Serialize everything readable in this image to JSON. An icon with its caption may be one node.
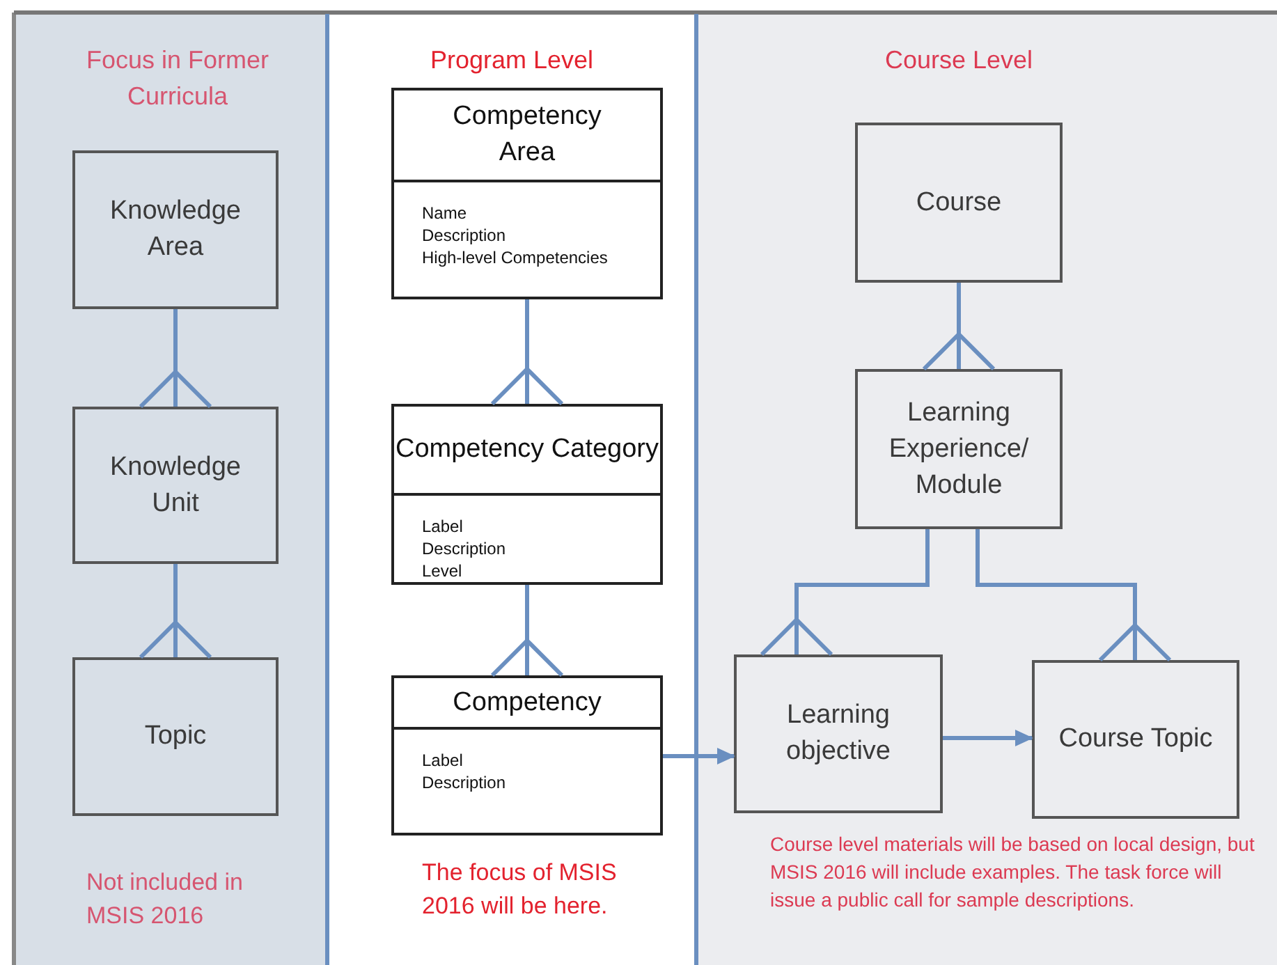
{
  "diagram": {
    "nodes": [
      {
        "text": [
          "Focus in Former Curricula",
          "Not included in MSIS 2016"
        ]
      },
      {
        "text": [
          "Knowledge Area"
        ],
        "in": 0
      },
      {
        "text": [
          "Knowledge Unit"
        ],
        "in": 0
      },
      {
        "text": [
          "Topic"
        ],
        "in": 0
      },
      {
        "text": [
          "Program Level",
          "The focus of MSIS 2016 will be here."
        ]
      },
      {
        "text": [
          "Competency Area",
          "Name",
          "Description",
          "High-level Competencies"
        ],
        "in": 4
      },
      {
        "text": [
          "Competency Category",
          "Label",
          "Description",
          "Level"
        ],
        "in": 4
      },
      {
        "text": [
          "Competency",
          "Label",
          "Description"
        ],
        "in": 4
      },
      {
        "text": [
          "Course Level",
          "Course level materials will be based on local design, but MSIS 2016 will include examples. The task force will issue a public call for sample descriptions."
        ]
      },
      {
        "text": [
          "Course"
        ],
        "in": 8
      },
      {
        "text": [
          "Learning Experience/ Module"
        ],
        "in": 8
      },
      {
        "text": [
          "Learning objective"
        ],
        "in": 8
      },
      {
        "text": [
          "Course Topic"
        ],
        "in": 8
      }
    ],
    "edges": [
      {
        "from": 1,
        "to": 2,
        "arrow": "other"
      },
      {
        "from": 2,
        "to": 3,
        "arrow": "other"
      },
      {
        "from": 5,
        "to": 6,
        "arrow": "other"
      },
      {
        "from": 6,
        "to": 7,
        "arrow": "other"
      },
      {
        "from": 9,
        "to": 10,
        "arrow": "other"
      },
      {
        "from": 10,
        "to": 11,
        "arrow": "other"
      },
      {
        "from": 10,
        "to": 12,
        "arrow": "other"
      },
      {
        "from": 7,
        "to": 11,
        "arrow": "to"
      },
      {
        "from": 11,
        "to": 12,
        "arrow": "to"
      }
    ]
  }
}
